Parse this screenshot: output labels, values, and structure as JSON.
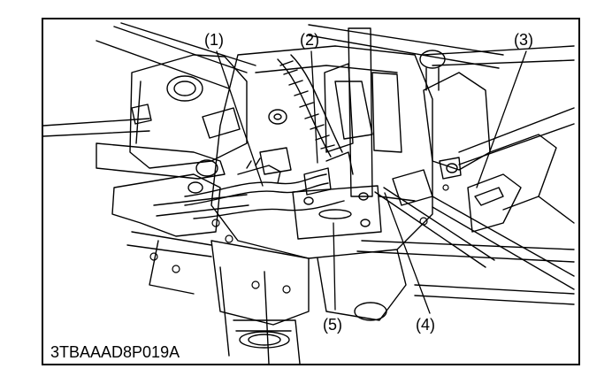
{
  "figure": {
    "callouts": [
      {
        "id": "1",
        "label": "(1)"
      },
      {
        "id": "2",
        "label": "(2)"
      },
      {
        "id": "3",
        "label": "(3)"
      },
      {
        "id": "4",
        "label": "(4)"
      },
      {
        "id": "5",
        "label": "(5)"
      }
    ],
    "code": "3TBAAAD8P019A"
  }
}
